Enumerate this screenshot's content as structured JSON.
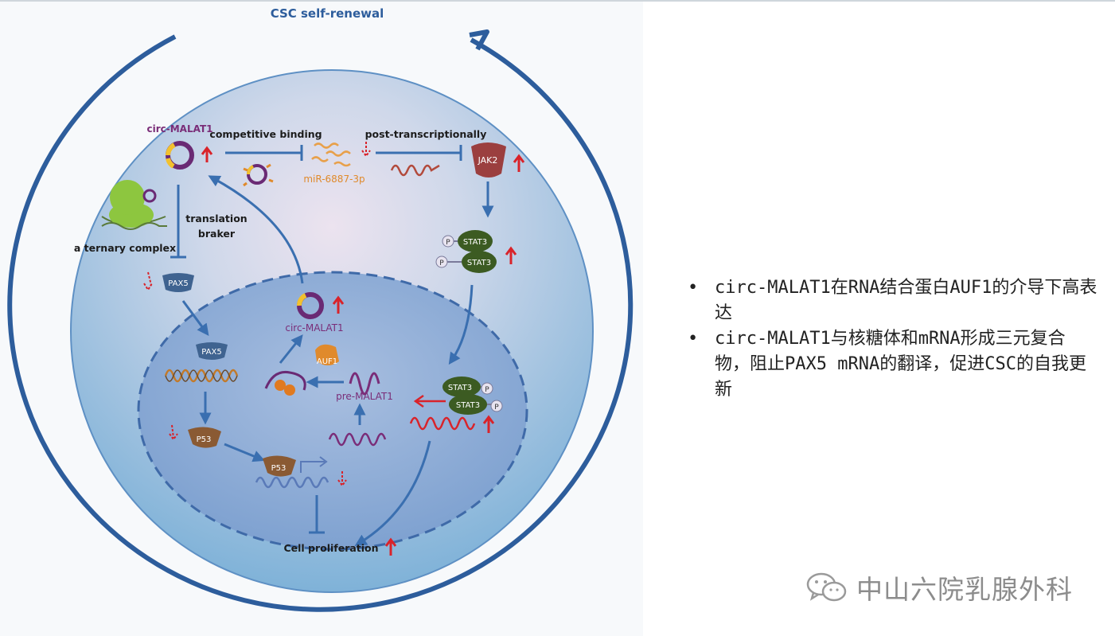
{
  "diagram": {
    "title": "CSC self-renewal",
    "labels": {
      "circ_malat1_top": "circ-MALAT1",
      "competitive_binding": "competitive binding",
      "post_transcriptionally": "post-transcriptionally",
      "mir": "miR-6887-3p",
      "jak2": "JAK2",
      "translation": "translation",
      "braker": "braker",
      "ternary_complex": "a ternary complex",
      "pax5_cyto": "PAX5",
      "pax5_nuc": "PAX5",
      "circ_malat1_nuc": "circ-MALAT1",
      "auf1": "AUF1",
      "pre_malat1": "pre-MALAT1",
      "p53_a": "P53",
      "p53_b": "P53",
      "stat3_1": "STAT3",
      "stat3_2": "STAT3",
      "stat3_3": "STAT3",
      "stat3_4": "STAT3",
      "p_1": "P",
      "p_2": "P",
      "p_3": "P",
      "p_4": "P",
      "cell_proliferation": "Cell proliferation"
    },
    "colors": {
      "outer_arrow": "#2d5d9c",
      "path_arrow": "#3a6fb0",
      "up_arrow": "#d9232a",
      "circ_label": "#7a2d78",
      "mir_label": "#e08a2c",
      "stat3": "#3c5b22",
      "jak2": "#9b3f3f",
      "pax5": "#3f6390",
      "p53": "#8a5a33"
    }
  },
  "bullets": [
    "circ-MALAT1在RNA结合蛋白AUF1的介导下高表达",
    "circ-MALAT1与核糖体和mRNA形成三元复合物，阻止PAX5 mRNA的翻译，促进CSC的自我更新"
  ],
  "watermark": {
    "text": "中山六院乳腺外科",
    "icon": "wechat-icon"
  }
}
